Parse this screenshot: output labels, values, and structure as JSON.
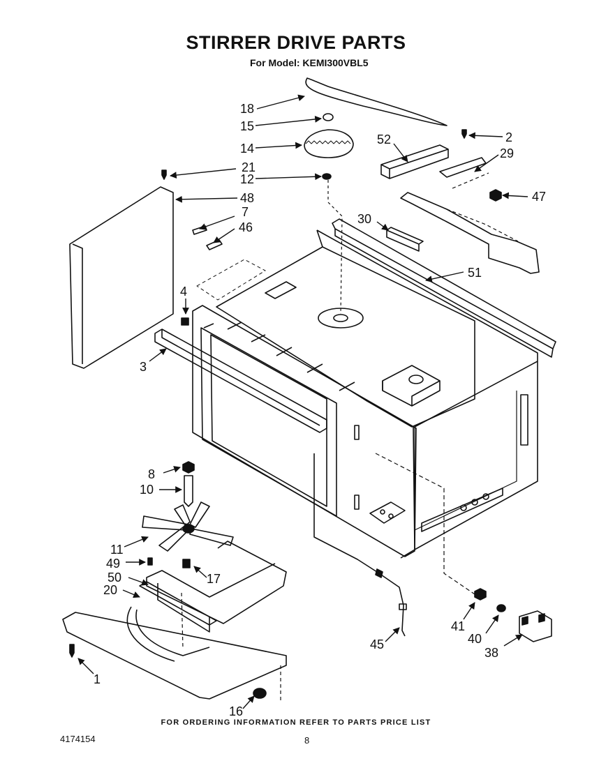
{
  "header": {
    "title": "STIRRER DRIVE PARTS",
    "subtitle": "For Model: KEMI300VBL5"
  },
  "footer": {
    "note": "FOR ORDERING INFORMATION REFER TO PARTS PRICE LIST",
    "doc_number": "4174154",
    "page_number": "8"
  },
  "callouts": [
    {
      "id": "1",
      "label": "1"
    },
    {
      "id": "2",
      "label": "2"
    },
    {
      "id": "3",
      "label": "3"
    },
    {
      "id": "4",
      "label": "4"
    },
    {
      "id": "7",
      "label": "7"
    },
    {
      "id": "8",
      "label": "8"
    },
    {
      "id": "10",
      "label": "10"
    },
    {
      "id": "11",
      "label": "11"
    },
    {
      "id": "12",
      "label": "12"
    },
    {
      "id": "14",
      "label": "14"
    },
    {
      "id": "15",
      "label": "15"
    },
    {
      "id": "16",
      "label": "16"
    },
    {
      "id": "17",
      "label": "17"
    },
    {
      "id": "18",
      "label": "18"
    },
    {
      "id": "20",
      "label": "20"
    },
    {
      "id": "21",
      "label": "21"
    },
    {
      "id": "29",
      "label": "29"
    },
    {
      "id": "30",
      "label": "30"
    },
    {
      "id": "38",
      "label": "38"
    },
    {
      "id": "40",
      "label": "40"
    },
    {
      "id": "41",
      "label": "41"
    },
    {
      "id": "45",
      "label": "45"
    },
    {
      "id": "46",
      "label": "46"
    },
    {
      "id": "47",
      "label": "47"
    },
    {
      "id": "48",
      "label": "48"
    },
    {
      "id": "49",
      "label": "49"
    },
    {
      "id": "50",
      "label": "50"
    },
    {
      "id": "51",
      "label": "51"
    },
    {
      "id": "52",
      "label": "52"
    }
  ]
}
